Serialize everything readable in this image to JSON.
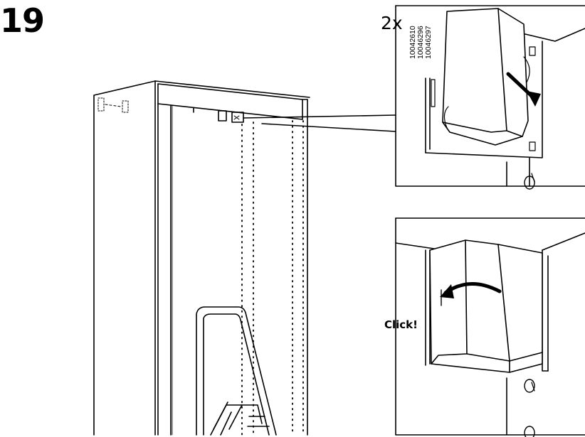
{
  "step": {
    "number": "19"
  },
  "detail_top": {
    "quantity": "2x",
    "part_numbers": [
      "10042610",
      "10046296",
      "10046297"
    ]
  },
  "detail_bottom": {
    "action_label": "Click!"
  },
  "icons": {
    "cabinet": "wardrobe-frame-illustration",
    "ladder": "step-ladder-illustration",
    "hinge_top": "corner-fitting-press-illustration",
    "hinge_bottom": "corner-fitting-click-illustration",
    "press_arrow": "arrow-down-right-icon",
    "rotate_arrow": "curved-arrow-left-icon"
  }
}
